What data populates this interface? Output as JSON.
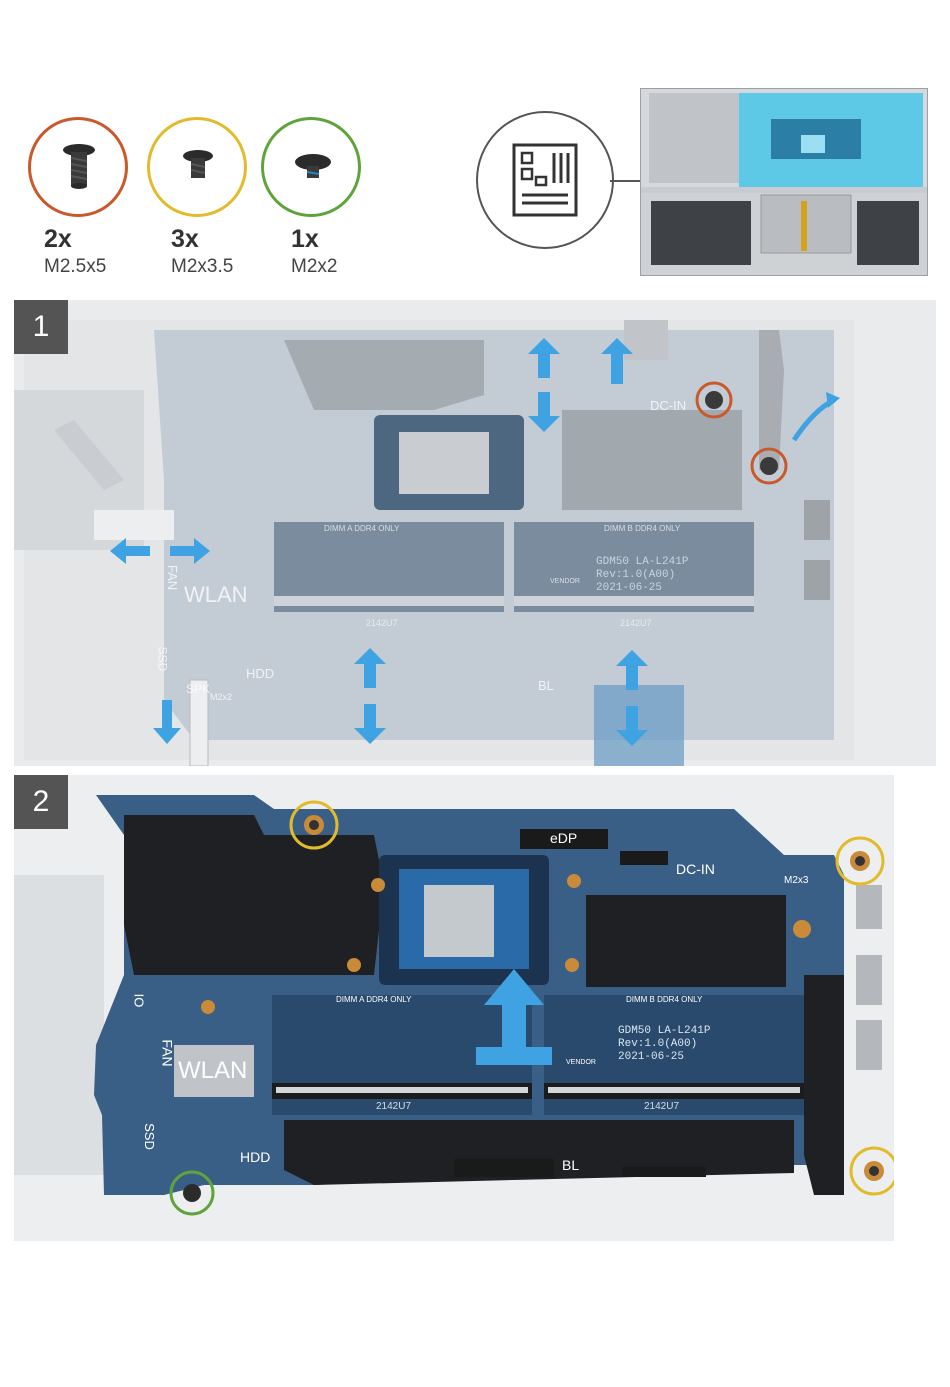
{
  "screws": [
    {
      "qty": "2x",
      "size": "M2.5x5",
      "ring_color": "#c9592a"
    },
    {
      "qty": "3x",
      "size": "M2x3.5",
      "ring_color": "#e2bb2c"
    },
    {
      "qty": "1x",
      "size": "M2x2",
      "ring_color": "#5fa43b"
    }
  ],
  "steps": [
    "1",
    "2"
  ],
  "board_labels": {
    "wlan": "WLAN",
    "fan": "FAN",
    "ssd": "SSD",
    "spk": "SPK",
    "hdd": "HDD",
    "bl": "BL",
    "dc_in": "DC-IN",
    "edp": "eDP",
    "io": "IO",
    "m2x2": "M2x2",
    "m2x3": "M2x3",
    "dimm_a": "DIMM A DDR4 ONLY",
    "dimm_b": "DIMM B DDR4 ONLY",
    "silk_line1": "GDM50 LA-L241P",
    "silk_line2": "Rev:1.0(A00)",
    "silk_line3": "2021-06-25",
    "dimm_code": "2142U7",
    "vendor": "VENDOR"
  },
  "colors": {
    "board_blue": "#3a5f86",
    "arrow_blue": "#3fa3e3",
    "badge_gray": "#545454",
    "highlight_cyan": "#49c6e8"
  }
}
